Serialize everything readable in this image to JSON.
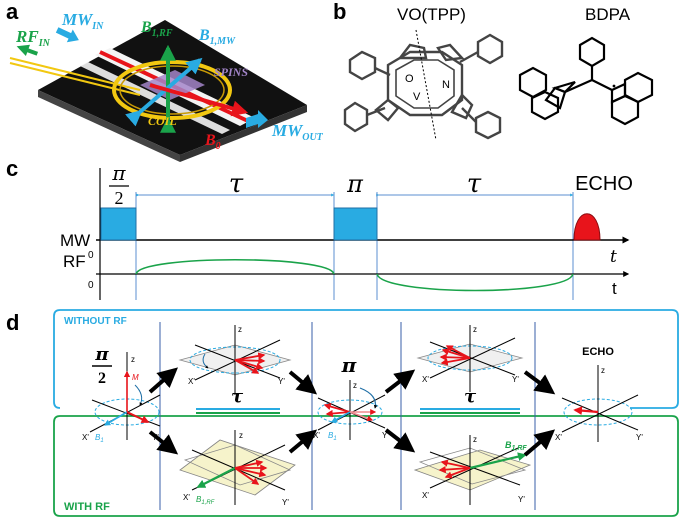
{
  "panels": {
    "a": "a",
    "b": "b",
    "c": "c",
    "d": "d"
  },
  "panel_a": {
    "rf_in": "RF",
    "rf_in_sub": "IN",
    "mw_in": "MW",
    "mw_in_sub": "IN",
    "b1rf": "B",
    "b1rf_sub": "1,RF",
    "b1mw": "B",
    "b1mw_sub": "1,MW",
    "spins": "SPINS",
    "coil": "COIL",
    "b0": "B",
    "b0_sub": "0",
    "mw_out": "MW",
    "mw_out_sub": "OUT",
    "colors": {
      "rf": "#1aa34a",
      "mw": "#29abe2",
      "b0": "#e8141b",
      "coil": "#f2c811",
      "spins": "#a385c9"
    }
  },
  "panel_b": {
    "molecule1": "VO(TPP)",
    "molecule2": "BDPA",
    "atom_o": "O",
    "atom_v": "V",
    "atom_n": "N"
  },
  "panel_c": {
    "pi_half_num": "π",
    "pi_half_den": "2",
    "tau1": "τ",
    "pi": "π",
    "tau2": "τ",
    "echo": "ECHO",
    "mw_label": "MW",
    "rf_label": "RF",
    "zero1": "0",
    "zero2": "0",
    "t1": "t",
    "t2": "t",
    "colors": {
      "pulse": "#29abe2",
      "echo": "#e8141b",
      "rf_curve": "#1aa34a"
    }
  },
  "panel_d": {
    "without_rf": "WITHOUT RF",
    "with_rf": "WITH RF",
    "echo": "ECHO",
    "pi_half_num": "π",
    "pi_half_den": "2",
    "tau1": "τ",
    "pi": "π",
    "tau2": "τ",
    "axis_x": "X'",
    "axis_y": "Y'",
    "axis_z": "z",
    "vec_m": "M",
    "vec_b1": "B",
    "vec_b1_sub": "1",
    "vec_b1rf": "B",
    "vec_b1rf_sub": "1,RF",
    "colors": {
      "top_frame": "#29abe2",
      "bottom_frame": "#1aa34a"
    }
  }
}
